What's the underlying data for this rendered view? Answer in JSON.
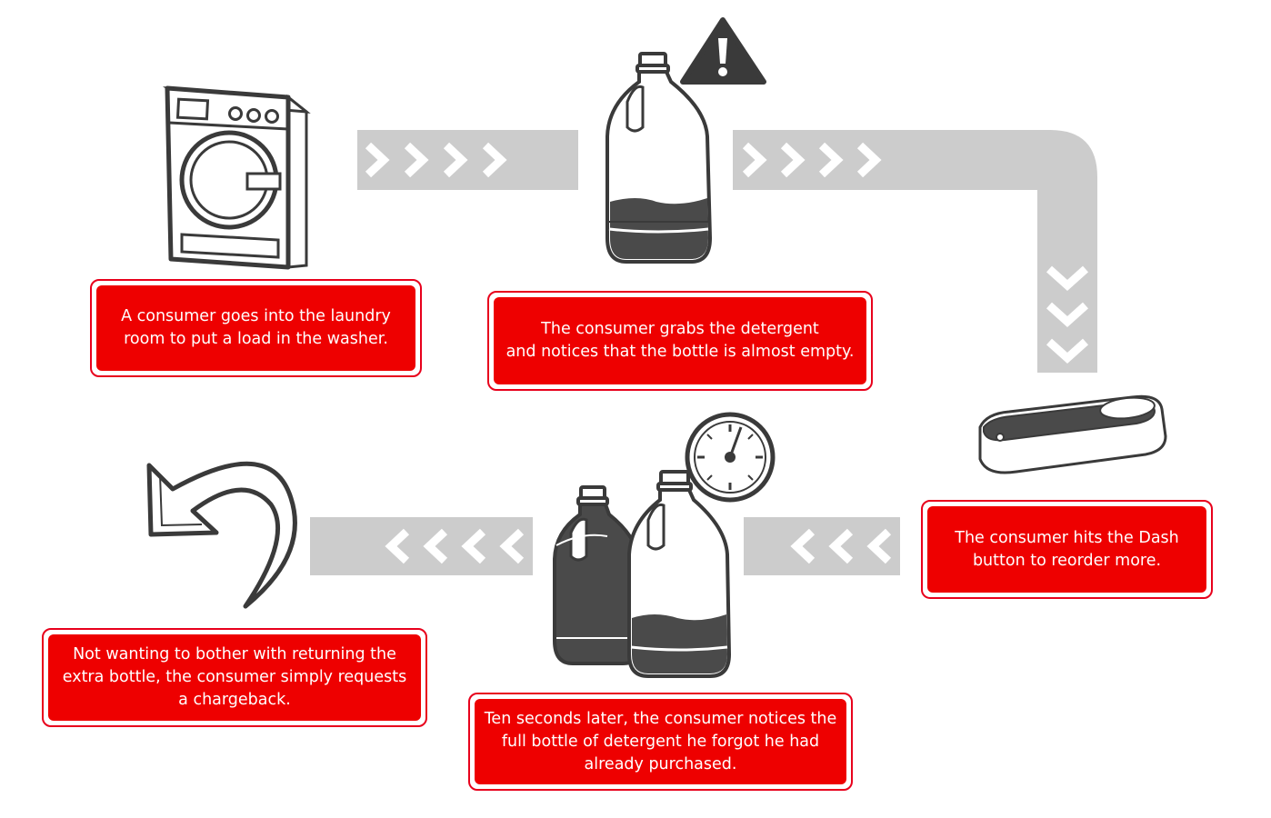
{
  "colors": {
    "box_fill": "#ee0000",
    "box_border": "#e8001c",
    "box_text": "#ffffff",
    "arrow_band": "#cccccc",
    "chevron": "#ffffff",
    "outline": "#3a3a3a",
    "liquid": "#4a4a4a"
  },
  "icons": [
    "washing-machine-icon",
    "detergent-bottle-icon",
    "warning-icon",
    "dash-button-icon",
    "clock-icon",
    "two-bottles-icon",
    "return-arrow-icon"
  ],
  "steps": [
    {
      "id": "washer",
      "lines": [
        "A consumer goes into the laundry",
        "room to put a load in the washer."
      ]
    },
    {
      "id": "grab",
      "lines": [
        "The consumer grabs the detergent",
        "and notices that the bottle is almost empty."
      ]
    },
    {
      "id": "dash",
      "lines": [
        "The consumer hits the Dash",
        "button to reorder more."
      ]
    },
    {
      "id": "later",
      "lines": [
        "Ten seconds later, the consumer notices the",
        "full bottle of detergent he forgot he had",
        "already purchased."
      ]
    },
    {
      "id": "chargeback",
      "lines": [
        "Not wanting to bother with returning the",
        "extra bottle, the consumer simply requests",
        "a chargeback."
      ]
    }
  ],
  "flow": {
    "arrow_1": {
      "direction": "right",
      "chevrons": 4
    },
    "arrow_2": {
      "direction": "right-then-down",
      "chevrons_right": 4,
      "chevrons_down": 3
    },
    "arrow_3": {
      "direction": "left",
      "chevrons": 3
    },
    "arrow_4": {
      "direction": "left",
      "chevrons": 4
    }
  }
}
